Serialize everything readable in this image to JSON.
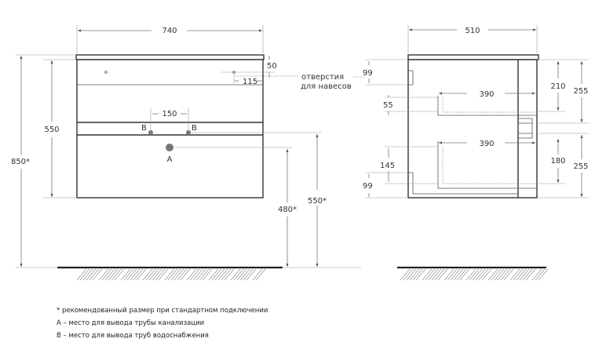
{
  "front_view": {
    "width": "740",
    "hole_offset_top": "50",
    "hole_offset_side": "115",
    "hanging_holes_label_1": "отверстия",
    "hanging_holes_label_2": "для навесов",
    "body_height": "550",
    "total_height": "850*",
    "pipe_spacing": "150",
    "label_b_left": "B",
    "label_b_right": "B",
    "label_a": "A",
    "drain_height": "480*",
    "supply_height": "550*"
  },
  "side_view": {
    "depth": "510",
    "top_99": "99",
    "bottom_99": "99",
    "drawer_depth_top": "390",
    "drawer_depth_bottom": "390",
    "gap_55": "55",
    "gap_145": "145",
    "height_210": "210",
    "height_180": "180",
    "front_top_255": "255",
    "front_bottom_255": "255"
  },
  "notes": [
    "* рекомендованный размер при стандартном подключении",
    "A – место для вывода трубы канализации",
    "B – место для вывода труб водоснабжения"
  ]
}
